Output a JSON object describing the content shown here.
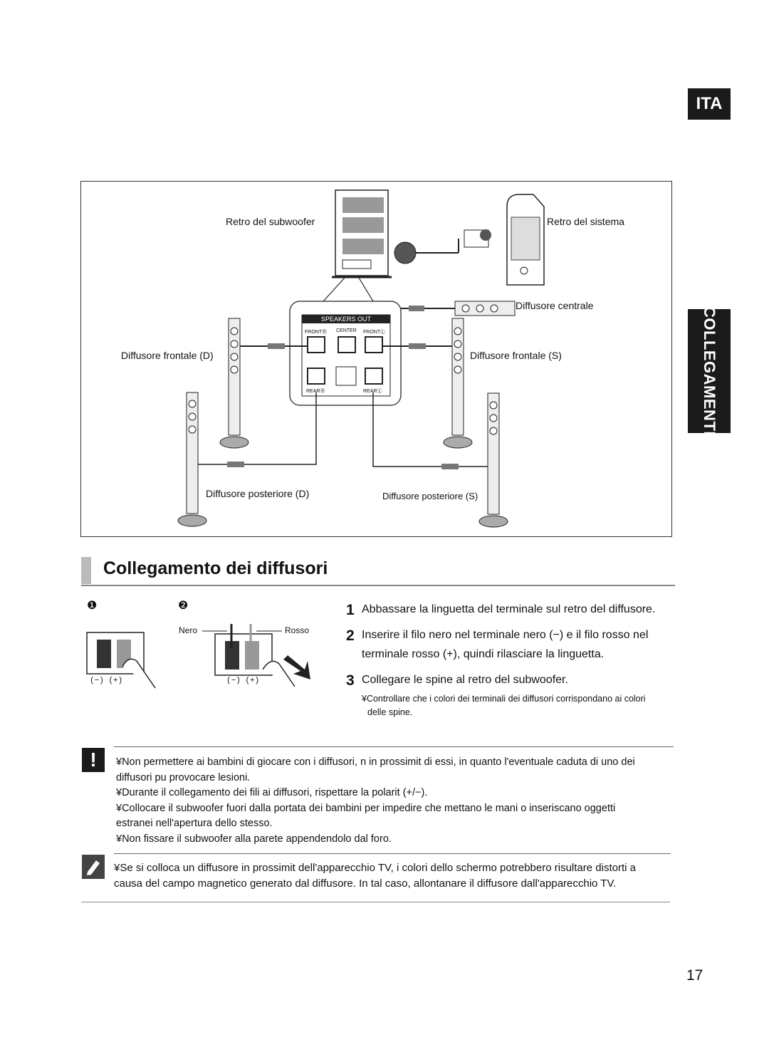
{
  "side_tabs": {
    "lang": "ITA",
    "section": "COLLEGAMENTI"
  },
  "diagram": {
    "labels": {
      "sub_back": "Retro del subwoofer",
      "sys_back": "Retro del sistema",
      "center": "Diffusore centrale",
      "front_r": "Diffusore frontale (D)",
      "front_l": "Diffusore frontale (S)",
      "rear_r": "Diffusore posteriore (D)",
      "rear_l": "Diffusore posteriore (S)"
    },
    "panel": {
      "title": "SPEAKERS OUT",
      "front_r": "FRONTⓇ",
      "center": "CENTER",
      "front_l": "FRONTⓁ",
      "rear_r": "REARⓇ",
      "rear_l": "REARⓁ"
    }
  },
  "section": {
    "title": "Collegamento dei diffusori"
  },
  "figure": {
    "num1": "❶",
    "num2": "❷",
    "nero": "Nero",
    "rosso": "Rosso",
    "polarity": "(−) (+)"
  },
  "steps": [
    {
      "num": "1",
      "text": "Abbassare la linguetta del terminale sul retro del diffusore."
    },
    {
      "num": "2",
      "text": "Inserire il filo nero nel terminale nero (−) e il filo rosso nel",
      "text2": "terminale rosso (+), quindi rilasciare la linguetta."
    },
    {
      "num": "3",
      "text": "Collegare le spine al retro del subwoofer."
    }
  ],
  "step_note": {
    "line1": "¥Controllare che i colori dei terminali dei diffusori corrispondano ai colori",
    "line2": "delle spine."
  },
  "warning": {
    "icon": "!",
    "lines": [
      "¥Non permettere ai bambini di giocare con i diffusori, n   in prossimit   di essi, in quanto l'eventuale caduta di uno dei",
      "  diffusori pu   provocare lesioni.",
      "¥Durante il collegamento dei fili ai diffusori, rispettare la polarit   (+/−).",
      "¥Collocare il subwoofer fuori dalla portata dei bambini per impedire che mettano le mani o inseriscano oggetti",
      "  estranei nell'apertura dello stesso.",
      "¥Non fissare il subwoofer alla parete appendendolo dal foro."
    ]
  },
  "note": {
    "lines": [
      "¥Se si colloca un diffusore in prossimit   dell'apparecchio TV, i colori dello schermo potrebbero risultare distorti a",
      "  causa del campo magnetico generato dal diffusore. In tal caso, allontanare il diffusore dall'apparecchio TV."
    ]
  },
  "page_number": "17"
}
